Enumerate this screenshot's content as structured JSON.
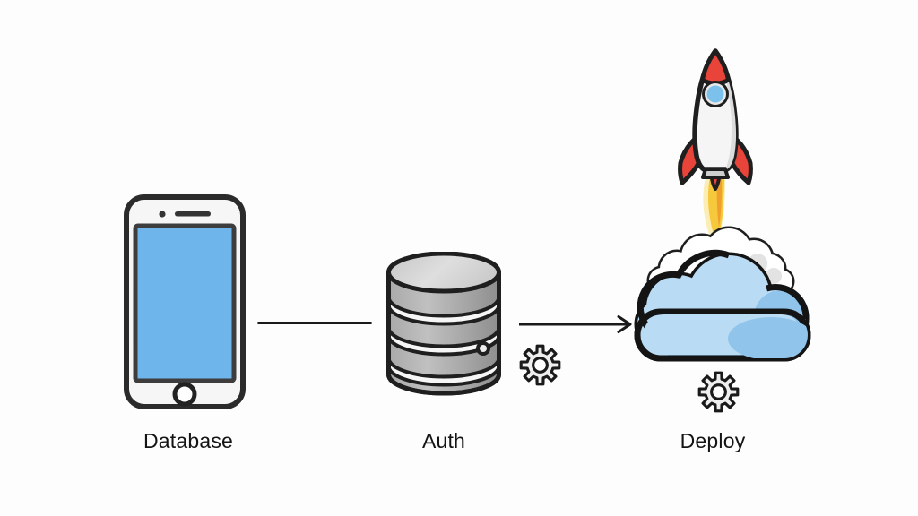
{
  "diagram": {
    "background_color": "#fdfdfd",
    "outline_color": "#1f1f1f",
    "nodes": [
      {
        "id": "smartphone",
        "icon": "smartphone-icon",
        "label": "Database",
        "screen_color": "#6db5ea"
      },
      {
        "id": "database",
        "icon": "database-cylinder-icon",
        "label": "Auth",
        "body_color": "#b3b3b3"
      },
      {
        "id": "deploy",
        "icon": "rocket-launch-cloud-icon",
        "label": "Deploy",
        "cloud_color": "#b9dbf4",
        "cloud_shade_color": "#90c4ea",
        "rocket_color": "#e8443a",
        "flame_color": "#f6c93c",
        "smoke_color": "#ffffff"
      }
    ],
    "connectors": [
      {
        "type": "line",
        "from": "Database",
        "to": "Auth"
      },
      {
        "type": "arrow",
        "from": "Auth",
        "to": "Deploy"
      }
    ],
    "gears": [
      {
        "icon": "gear-icon",
        "position": "right-of-auth"
      },
      {
        "icon": "gear-icon",
        "position": "below-deploy-cloud"
      }
    ]
  }
}
